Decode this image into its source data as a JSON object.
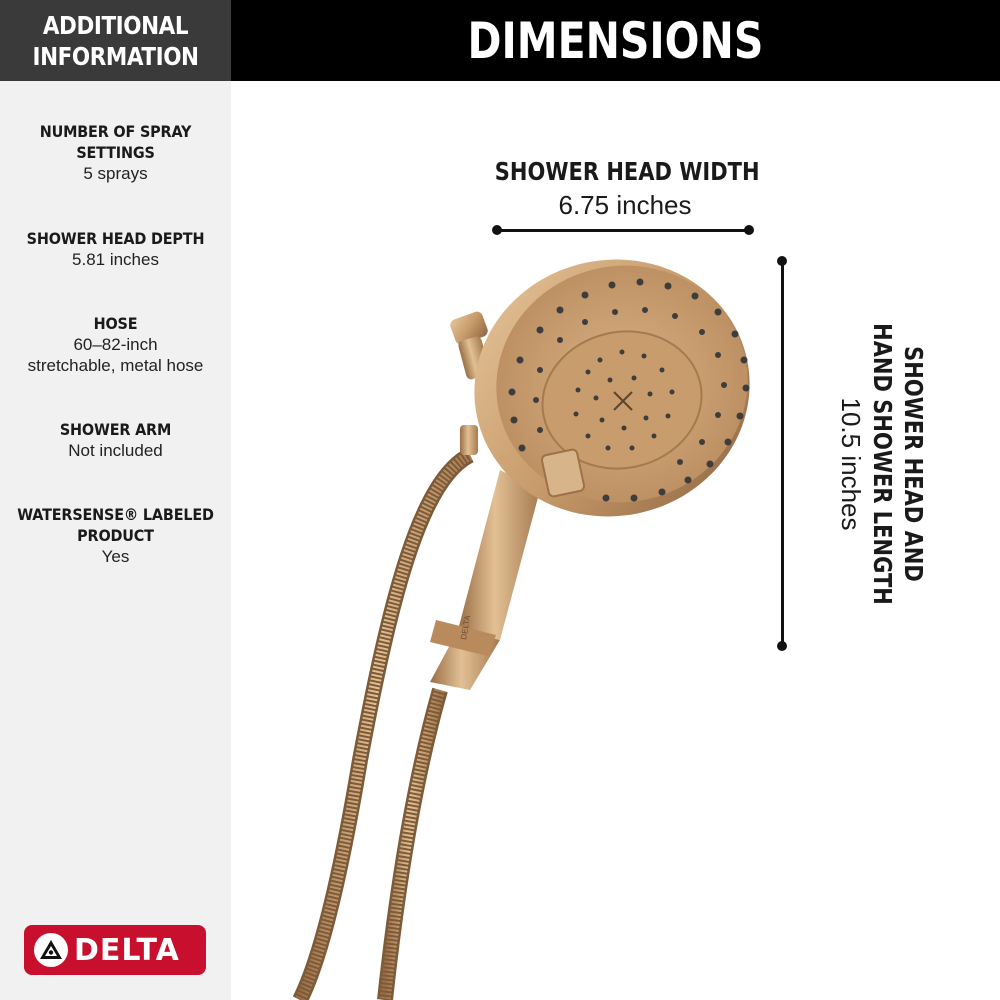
{
  "left_panel": {
    "header_line1": "ADDITIONAL",
    "header_line2": "INFORMATION",
    "specs": [
      {
        "label_lines": [
          "NUMBER OF SPRAY",
          "SETTINGS"
        ],
        "value_lines": [
          "5 sprays"
        ]
      },
      {
        "label_lines": [
          "SHOWER HEAD DEPTH"
        ],
        "value_lines": [
          "5.81 inches"
        ]
      },
      {
        "label_lines": [
          "HOSE"
        ],
        "value_lines": [
          "60–82-inch",
          "stretchable, metal hose"
        ]
      },
      {
        "label_lines": [
          "SHOWER ARM"
        ],
        "value_lines": [
          "Not included"
        ]
      },
      {
        "label_lines": [
          "WATERSENSE® LABELED",
          "PRODUCT"
        ],
        "value_lines": [
          "Yes"
        ]
      }
    ],
    "logo_text": "DELTA"
  },
  "header": {
    "title": "DIMENSIONS"
  },
  "dimensions": {
    "width": {
      "title": "SHOWER HEAD WIDTH",
      "value": "6.75 inches"
    },
    "length": {
      "title_line1": "SHOWER HEAD AND",
      "title_line2": "HAND SHOWER LENGTH",
      "value": "10.5 inches"
    }
  },
  "product": {
    "stamp": "DELTA"
  },
  "colors": {
    "brand_red": "#c8102e",
    "header_dark": "#3a3a3a",
    "header_black": "#000000",
    "panel_bg": "#f1f1f1",
    "finish": "#c79a6a"
  },
  "icons": {
    "logo": "delta-triangle-logo-icon"
  }
}
